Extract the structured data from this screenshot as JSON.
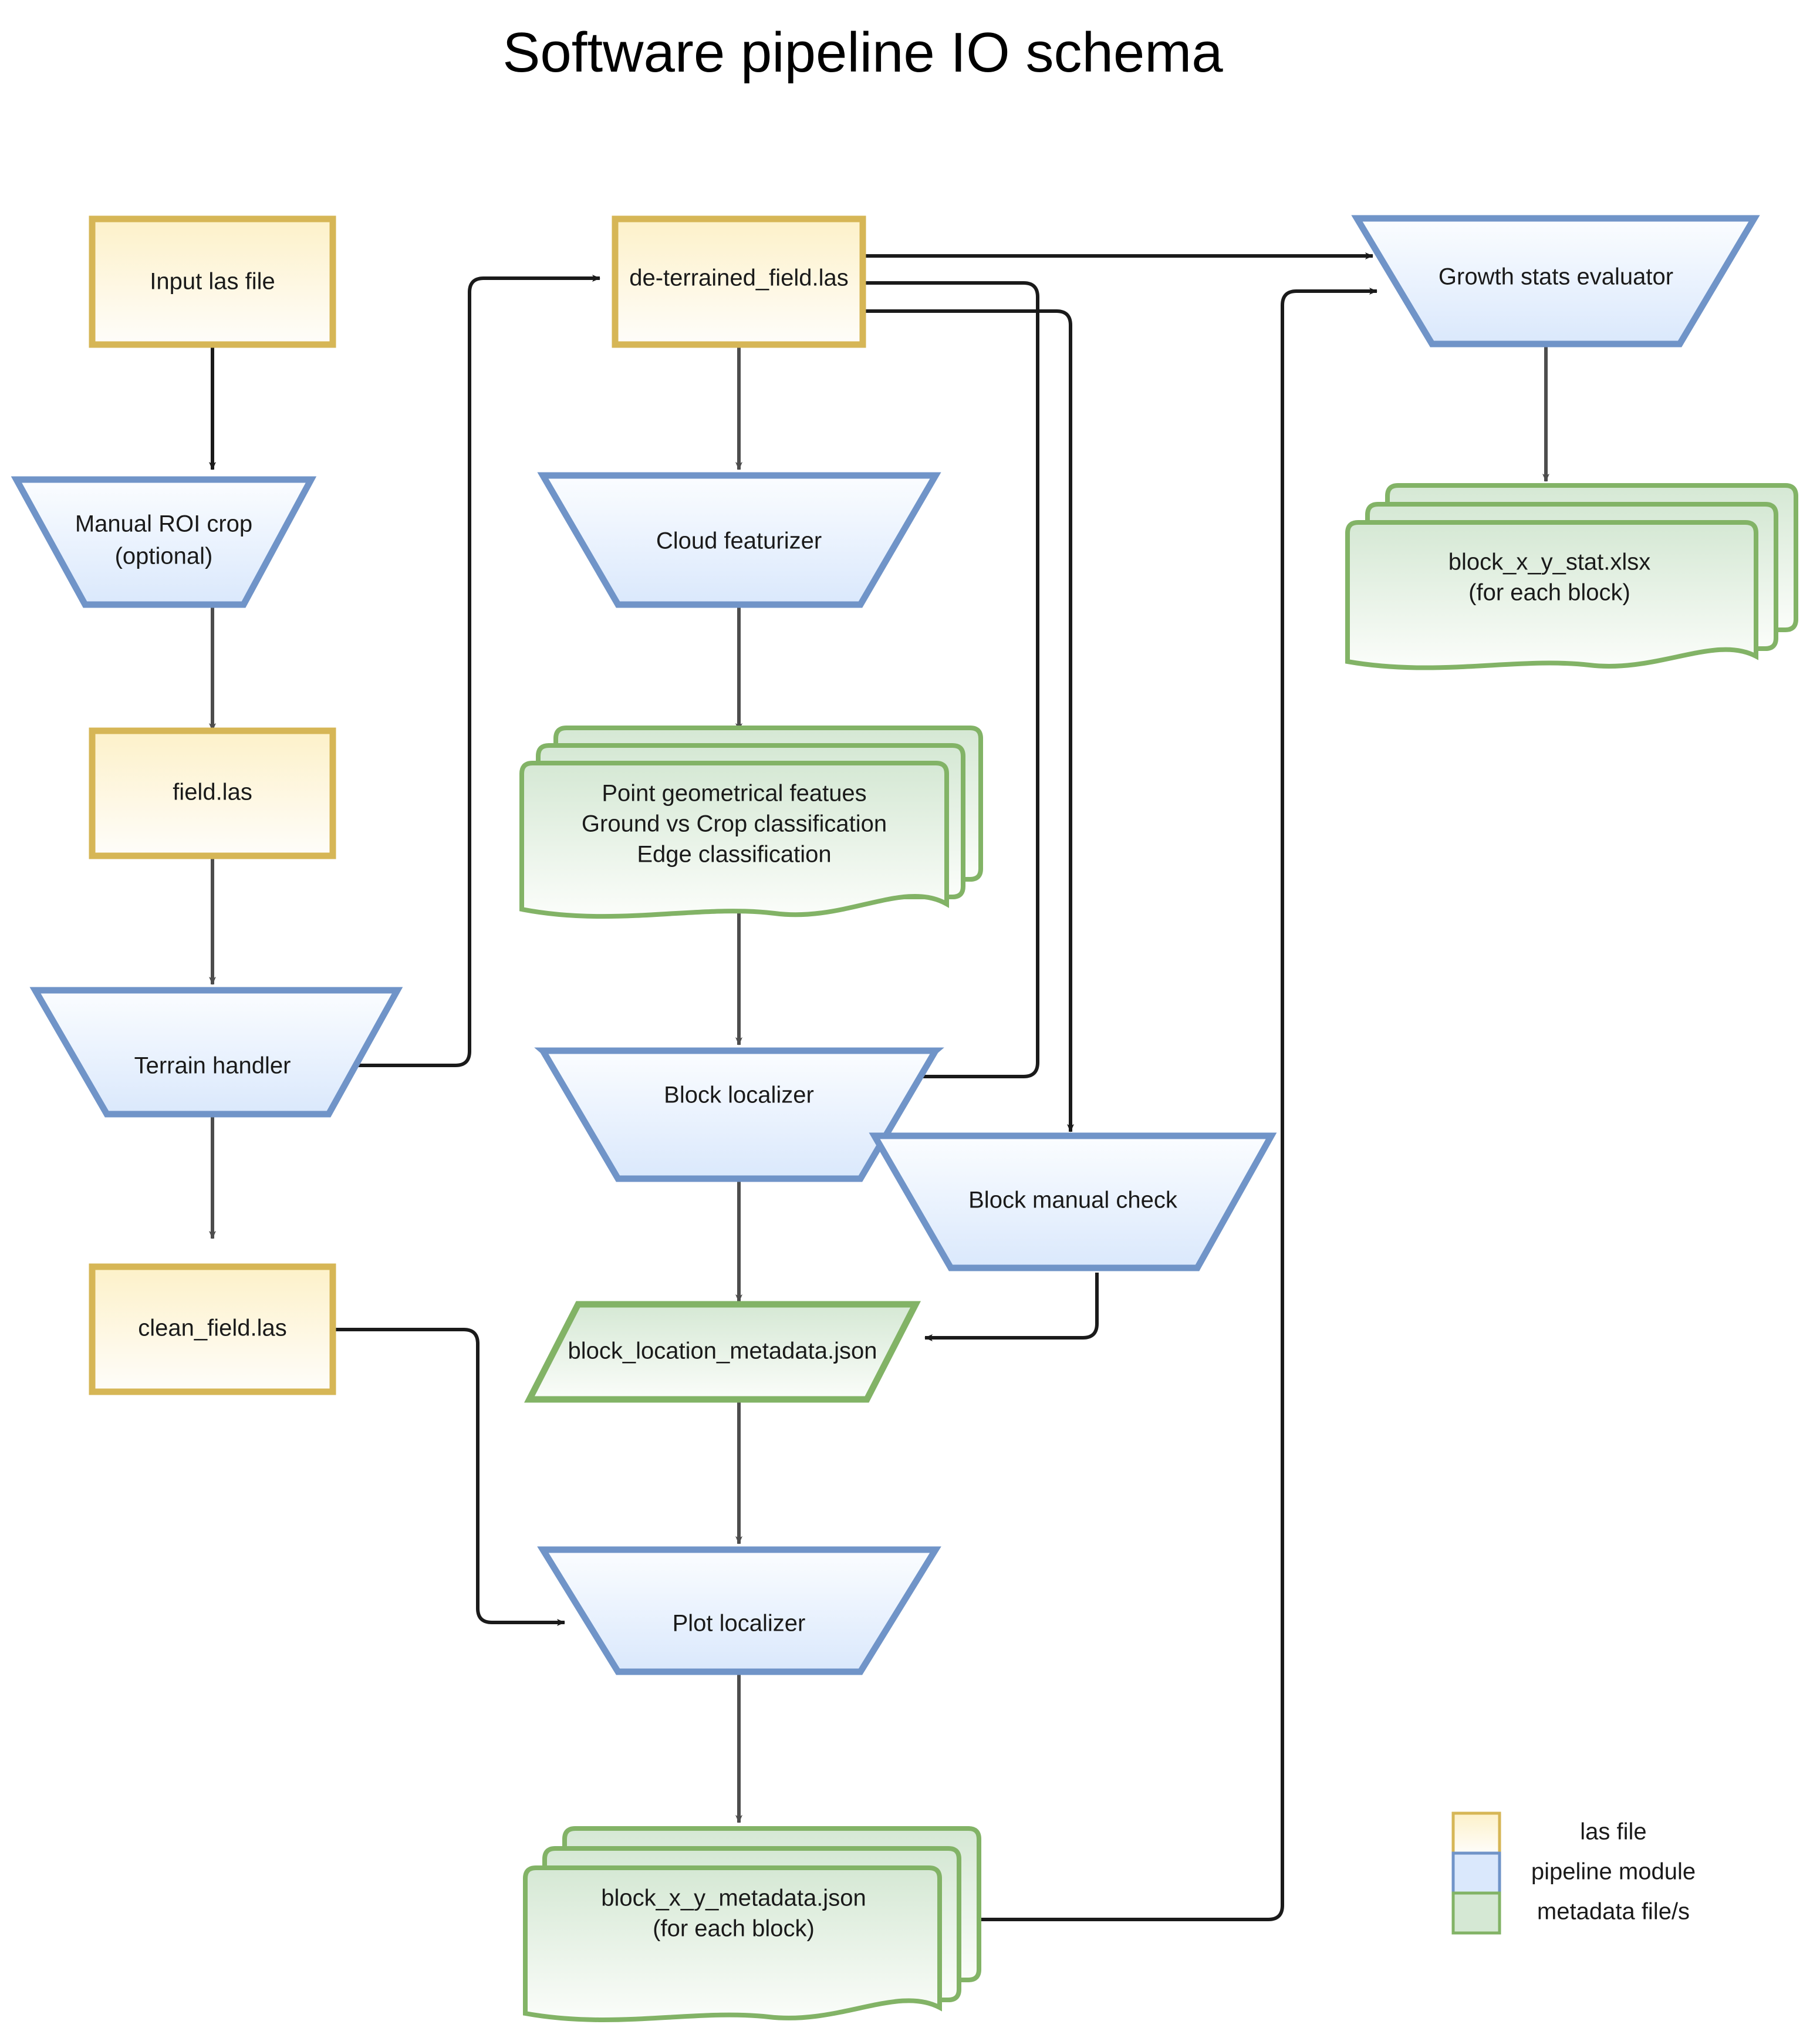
{
  "title": "Software pipeline IO schema",
  "colors": {
    "las_border": "#d6b656",
    "las_fill_top": "#fdf2cd",
    "las_fill_bottom": "#fefcf5",
    "module_border": "#7094c8",
    "module_fill_top": "#ffffff",
    "module_fill_bottom": "#dae8fc",
    "metadata_border": "#82b366",
    "metadata_fill_top": "#d5e8d4",
    "metadata_fill_bottom": "#f7fbf6",
    "arrow": "#1a1a1a",
    "arrow_gray": "#595959"
  },
  "nodes": {
    "input_las_file": {
      "label": "Input las file",
      "type": "las file"
    },
    "manual_roi_crop": {
      "label_line1": "Manual ROI crop",
      "label_line2": "(optional)",
      "type": "pipeline module"
    },
    "field_las": {
      "label": "field.las",
      "type": "las file"
    },
    "terrain_handler": {
      "label": "Terrain handler",
      "type": "pipeline module"
    },
    "clean_field_las": {
      "label": "clean_field.las",
      "type": "las file"
    },
    "de_terrained_field_las": {
      "label": "de-terrained_field.las",
      "type": "las file"
    },
    "cloud_featurizer": {
      "label": "Cloud featurizer",
      "type": "pipeline module"
    },
    "point_features_doc": {
      "label_line1": "Point geometrical featues",
      "label_line2": "Ground vs Crop classification",
      "label_line3": "Edge classification",
      "type": "metadata file/s"
    },
    "block_localizer": {
      "label": "Block localizer",
      "type": "pipeline module"
    },
    "block_manual_check": {
      "label": "Block manual check",
      "type": "pipeline module"
    },
    "block_location_metadata_json": {
      "label": "block_location_metadata.json",
      "type": "metadata file/s"
    },
    "plot_localizer": {
      "label": "Plot localizer",
      "type": "pipeline module"
    },
    "block_xy_metadata_json": {
      "label_line1": "block_x_y_metadata.json",
      "label_line2": "(for each block)",
      "type": "metadata file/s"
    },
    "growth_stats_evaluator": {
      "label": "Growth stats evaluator",
      "type": "pipeline module"
    },
    "block_xy_stat_xlsx": {
      "label_line1": "block_x_y_stat.xlsx",
      "label_line2": "(for each block)",
      "type": "metadata file/s"
    }
  },
  "legend": {
    "items": [
      {
        "label": "las file",
        "swatch": "#fdf2cd",
        "border": "#d6b656"
      },
      {
        "label": "pipeline module",
        "swatch": "#dae8fc",
        "border": "#7094c8"
      },
      {
        "label": "metadata file/s",
        "swatch": "#d5e8d4",
        "border": "#82b366"
      }
    ]
  },
  "edges": [
    {
      "from": "input_las_file",
      "to": "manual_roi_crop"
    },
    {
      "from": "manual_roi_crop",
      "to": "field_las"
    },
    {
      "from": "field_las",
      "to": "terrain_handler"
    },
    {
      "from": "terrain_handler",
      "to": "clean_field_las"
    },
    {
      "from": "terrain_handler",
      "to": "de_terrained_field_las"
    },
    {
      "from": "de_terrained_field_las",
      "to": "cloud_featurizer"
    },
    {
      "from": "de_terrained_field_las",
      "to": "growth_stats_evaluator"
    },
    {
      "from": "de_terrained_field_las",
      "to": "block_localizer"
    },
    {
      "from": "de_terrained_field_las",
      "to": "block_manual_check"
    },
    {
      "from": "cloud_featurizer",
      "to": "point_features_doc"
    },
    {
      "from": "point_features_doc",
      "to": "block_localizer"
    },
    {
      "from": "block_localizer",
      "to": "block_location_metadata_json"
    },
    {
      "from": "block_manual_check",
      "to": "block_location_metadata_json"
    },
    {
      "from": "block_location_metadata_json",
      "to": "plot_localizer"
    },
    {
      "from": "clean_field_las",
      "to": "plot_localizer"
    },
    {
      "from": "plot_localizer",
      "to": "block_xy_metadata_json"
    },
    {
      "from": "block_xy_metadata_json",
      "to": "growth_stats_evaluator"
    },
    {
      "from": "growth_stats_evaluator",
      "to": "block_xy_stat_xlsx"
    }
  ]
}
